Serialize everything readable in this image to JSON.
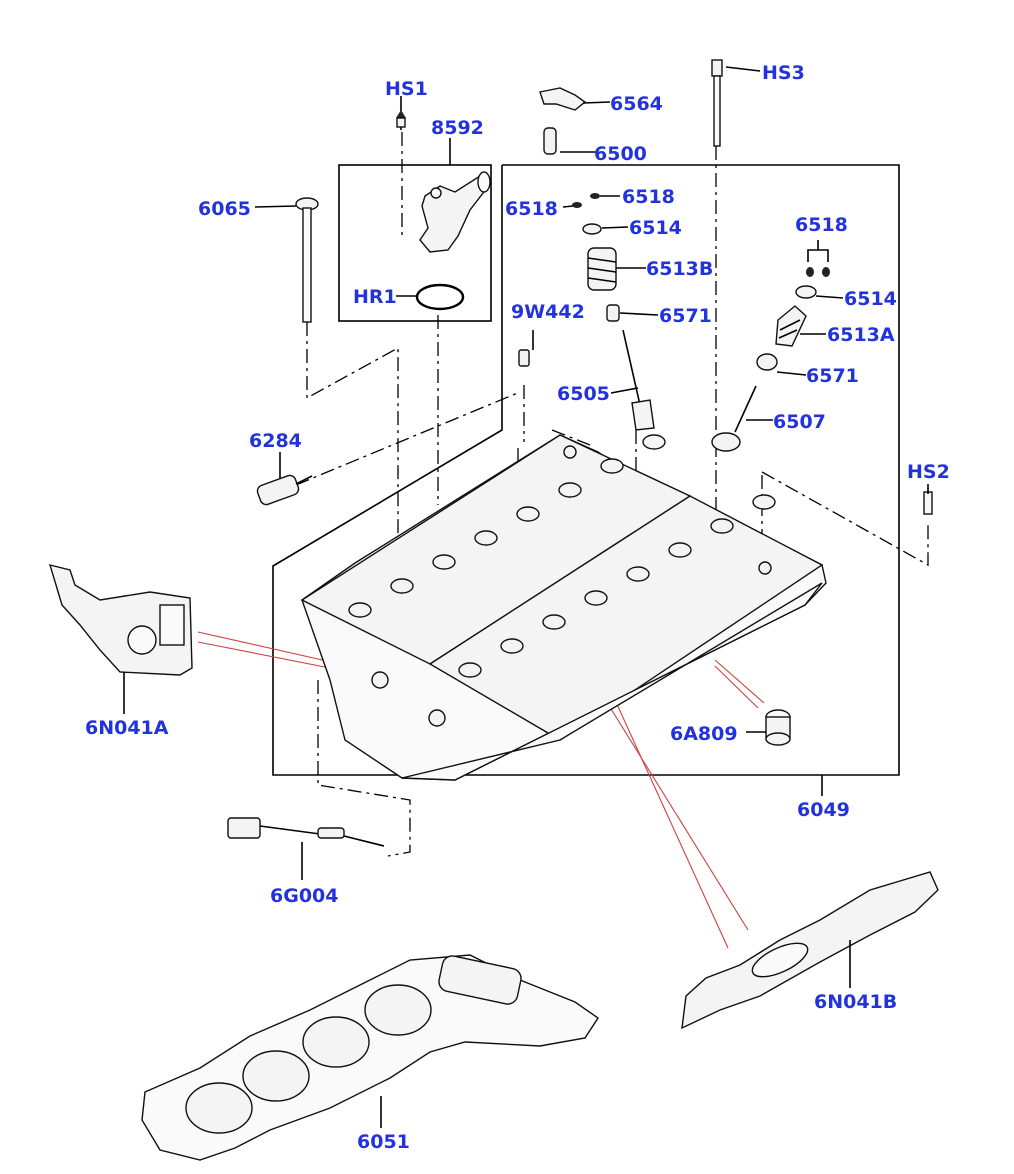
{
  "labels": {
    "hs1": "HS1",
    "p8592": "8592",
    "p6065": "6065",
    "hr1": "HR1",
    "p6564": "6564",
    "p6500": "6500",
    "hs3": "HS3",
    "p6518a": "6518",
    "p6518b": "6518",
    "p6514a": "6514",
    "p6513b": "6513B",
    "p9w442": "9W442",
    "p6571a": "6571",
    "p6505": "6505",
    "p6518c": "6518",
    "p6514b": "6514",
    "p6513a": "6513A",
    "p6571b": "6571",
    "p6507": "6507",
    "p6284": "6284",
    "hs2": "HS2",
    "p6n041a": "6N041A",
    "p6a809": "6A809",
    "p6049": "6049",
    "p6g004": "6G004",
    "p6n041b": "6N041B",
    "p6051": "6051"
  },
  "colors": {
    "label": "#2233dd",
    "leader": "#000000",
    "reference_line": "#d04040"
  }
}
